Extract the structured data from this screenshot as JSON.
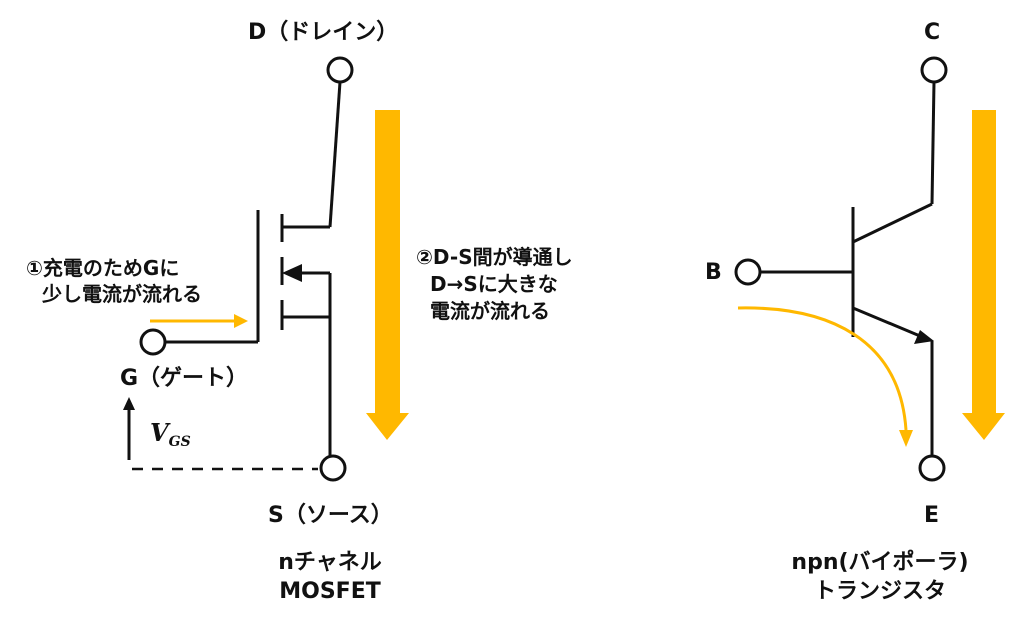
{
  "mosfet": {
    "drain_label": "D（ドレイン）",
    "gate_label": "G（ゲート）",
    "source_label": "S（ソース）",
    "caption_line1": "nチャネル",
    "caption_line2": "MOSFET",
    "note1_line1": "①充電のためGに",
    "note1_line2": "少し電流が流れる",
    "note2_line1": "②D-S間が導通し",
    "note2_line2": "D→Sに大きな",
    "note2_line3": "電流が流れる",
    "vgs_main": "V",
    "vgs_sub": "GS"
  },
  "bjt": {
    "collector_label": "C",
    "base_label": "B",
    "emitter_label": "E",
    "caption_line1": "npn(バイポーラ)",
    "caption_line2": "トランジスタ"
  },
  "colors": {
    "current_arrow": "#FFB800",
    "line": "#111111",
    "terminal_fill": "#ffffff"
  }
}
